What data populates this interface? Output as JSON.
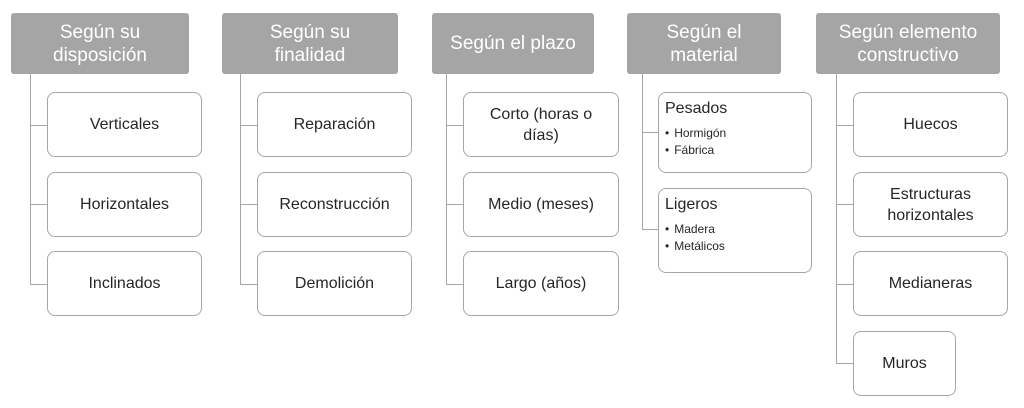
{
  "columns": [
    {
      "header": "Según su\ndisposición",
      "items": [
        "Verticales",
        "Horizontales",
        "Inclinados"
      ]
    },
    {
      "header": "Según su\nfinalidad",
      "items": [
        "Reparación",
        "Reconstrucción",
        "Demolición"
      ]
    },
    {
      "header": "Según el plazo",
      "items": [
        "Corto (horas o\ndías)",
        "Medio (meses)",
        "Largo (años)"
      ]
    },
    {
      "header": "Según el\nmaterial",
      "groups": [
        {
          "title": "Pesados",
          "bullets": [
            "Hormigón",
            "Fábrica"
          ]
        },
        {
          "title": "Ligeros",
          "bullets": [
            "Madera",
            "Metálicos"
          ]
        }
      ]
    },
    {
      "header": "Según elemento\nconstructivo",
      "items": [
        "Huecos",
        "Estructuras\nhorizontales",
        "Medianeras",
        "Muros"
      ]
    }
  ],
  "colors": {
    "header_bg": "#a5a5a5",
    "header_text": "#ffffff",
    "box_border": "#a6a6a6",
    "connector": "#a6a6a6",
    "text": "#262626"
  }
}
